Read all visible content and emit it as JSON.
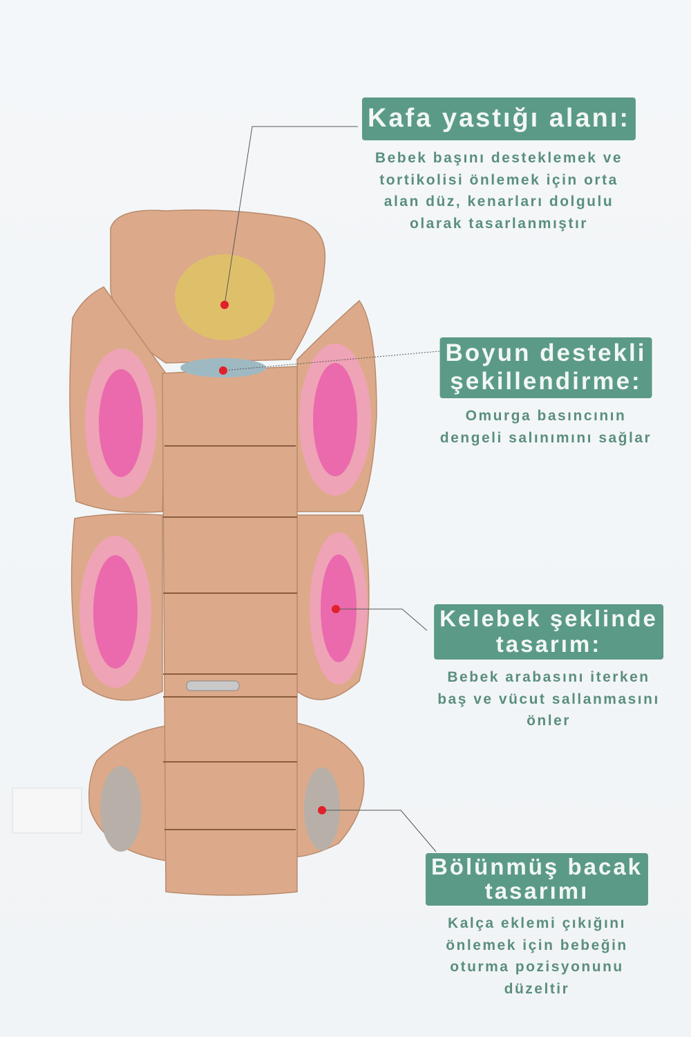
{
  "colors": {
    "label_bg": "#5b9a87",
    "label_text": "#f2f7f5",
    "desc_text": "#5a8e7d",
    "marker": "#e0202a",
    "cushion": "#dcaa8a"
  },
  "callouts": [
    {
      "title": [
        "Kafa yastığı alanı:"
      ],
      "desc": [
        "Bebek başını desteklemek ve",
        "tortikolisi önlemek için orta",
        "alan düz, kenarları dolgulu",
        "olarak tasarlanmıştır"
      ]
    },
    {
      "title": [
        "Boyun destekli",
        "şekillendirme:"
      ],
      "desc": [
        "Omurga basıncının",
        "dengeli salınımını sağlar"
      ]
    },
    {
      "title": [
        "Kelebek şeklinde",
        "tasarım:"
      ],
      "desc": [
        "Bebek arabasını iterken",
        "baş ve vücut sallanmasını",
        "önler"
      ]
    },
    {
      "title": [
        "Bölünmüş bacak",
        "tasarımı"
      ],
      "desc": [
        "Kalça eklemi çıkığını",
        "önlemek için bebeğin",
        "oturma pozisyonunu",
        "düzeltir"
      ]
    }
  ]
}
